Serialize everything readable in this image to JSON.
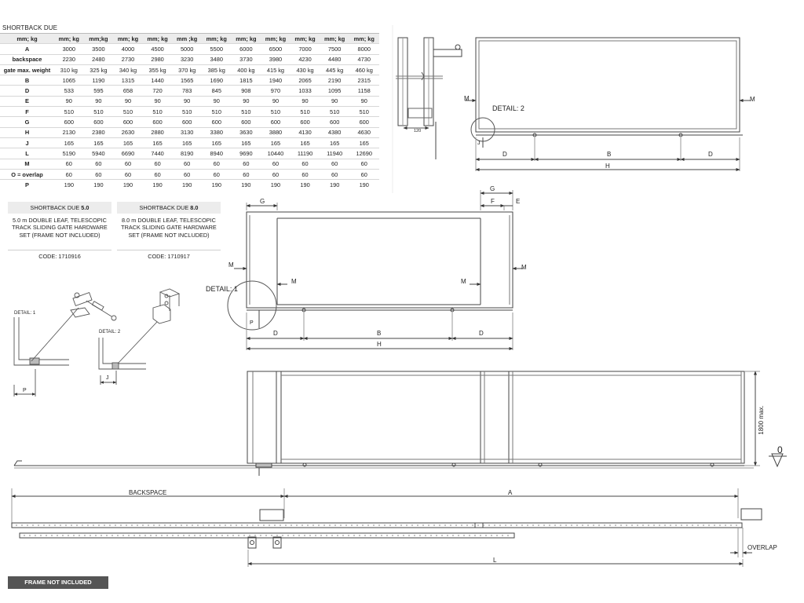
{
  "title": "SHORTBACK DUE",
  "spec_table": {
    "headers": [
      "mm; kg",
      "mm; kg",
      "mm;kg",
      "mm; kg",
      "mm; kg",
      "mm ;kg",
      "mm; kg",
      "mm; kg",
      "mm; kg",
      "mm; kg",
      "mm; kg",
      "mm; kg"
    ],
    "rows": [
      {
        "label": "A",
        "values": [
          "3000",
          "3500",
          "4000",
          "4500",
          "5000",
          "5500",
          "6000",
          "6500",
          "7000",
          "7500",
          "8000"
        ]
      },
      {
        "label": "backspace",
        "values": [
          "2230",
          "2480",
          "2730",
          "2980",
          "3230",
          "3480",
          "3730",
          "3980",
          "4230",
          "4480",
          "4730"
        ]
      },
      {
        "label": "gate max. weight",
        "values": [
          "310 kg",
          "325 kg",
          "340 kg",
          "355 kg",
          "370 kg",
          "385 kg",
          "400 kg",
          "415 kg",
          "430 kg",
          "445 kg",
          "460 kg"
        ]
      },
      {
        "label": "B",
        "values": [
          "1065",
          "1190",
          "1315",
          "1440",
          "1565",
          "1690",
          "1815",
          "1940",
          "2065",
          "2190",
          "2315"
        ]
      },
      {
        "label": "D",
        "values": [
          "533",
          "595",
          "658",
          "720",
          "783",
          "845",
          "908",
          "970",
          "1033",
          "1095",
          "1158"
        ]
      },
      {
        "label": "E",
        "values": [
          "90",
          "90",
          "90",
          "90",
          "90",
          "90",
          "90",
          "90",
          "90",
          "90",
          "90"
        ]
      },
      {
        "label": "F",
        "values": [
          "510",
          "510",
          "510",
          "510",
          "510",
          "510",
          "510",
          "510",
          "510",
          "510",
          "510"
        ]
      },
      {
        "label": "G",
        "values": [
          "600",
          "600",
          "600",
          "600",
          "600",
          "600",
          "600",
          "600",
          "600",
          "600",
          "600"
        ]
      },
      {
        "label": "H",
        "values": [
          "2130",
          "2380",
          "2630",
          "2880",
          "3130",
          "3380",
          "3630",
          "3880",
          "4130",
          "4380",
          "4630"
        ]
      },
      {
        "label": "J",
        "values": [
          "165",
          "165",
          "165",
          "165",
          "165",
          "165",
          "165",
          "165",
          "165",
          "165",
          "165"
        ]
      },
      {
        "label": "L",
        "values": [
          "5190",
          "5940",
          "6690",
          "7440",
          "8190",
          "8940",
          "9690",
          "10440",
          "11190",
          "11940",
          "12690"
        ]
      },
      {
        "label": "M",
        "values": [
          "60",
          "60",
          "60",
          "60",
          "60",
          "60",
          "60",
          "60",
          "60",
          "60",
          "60"
        ]
      },
      {
        "label": "O = overlap",
        "values": [
          "60",
          "60",
          "60",
          "60",
          "60",
          "60",
          "60",
          "60",
          "60",
          "60",
          "60"
        ]
      },
      {
        "label": "P",
        "values": [
          "190",
          "190",
          "190",
          "190",
          "190",
          "190",
          "190",
          "190",
          "190",
          "190",
          "190"
        ]
      }
    ]
  },
  "products": [
    {
      "title_prefix": "SHORTBACK DUE ",
      "title_version": "5.0",
      "description": "5.0 m DOUBLE LEAF, TELESCOPIC TRACK SLIDING GATE HARDWARE SET (FRAME NOT INCLUDED)",
      "code": "CODE: 1710916"
    },
    {
      "title_prefix": "SHORTBACK DUE ",
      "title_version": "8.0",
      "description": "8.0 m DOUBLE LEAF, TELESCOPIC TRACK SLIDING GATE HARDWARE SET (FRAME NOT INCLUDED)",
      "code": "CODE: 1710917"
    }
  ],
  "footer_note": "FRAME NOT INCLUDED",
  "labels": {
    "detail_1": "DETAIL: 1",
    "detail_2": "DETAIL: 2",
    "detail_1_small": "DETAIL: 1",
    "detail_2_small": "DETAIL: 2",
    "M": "M",
    "D": "D",
    "B": "B",
    "H": "H",
    "G": "G",
    "F": "F",
    "E": "E",
    "J": "J",
    "P": "P",
    "A": "A",
    "L": "L",
    "backspace": "BACKSPACE",
    "overlap": "OVERLAP",
    "height_max": "1800 max.",
    "dim_120": "120",
    "zero": "0"
  }
}
